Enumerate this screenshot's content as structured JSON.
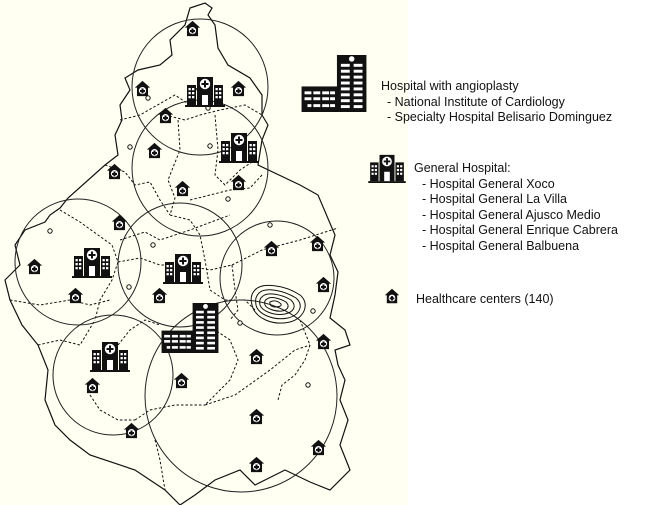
{
  "legend": {
    "angioplasty": {
      "icon": "large-hospital-building-icon",
      "title": "Hospital with angioplasty",
      "items": [
        "- National Institute of Cardiology",
        "- Specialty Hospital Belisario Dominguez"
      ]
    },
    "general": {
      "icon": "general-hospital-icon",
      "title": "General Hospital:",
      "items": [
        "- Hospital General Xoco",
        "- Hospital General La Villa",
        "- Hospital General Ajusco Medio",
        "- Hospital General Enrique Cabrera",
        "- Hospital General Balbuena"
      ]
    },
    "healthcare": {
      "icon": "healthcare-center-icon",
      "label": "Healthcare centers (140)"
    }
  },
  "colors": {
    "ink": "#111111",
    "map_background": "#fffff2",
    "page_background": "#ffffff"
  }
}
